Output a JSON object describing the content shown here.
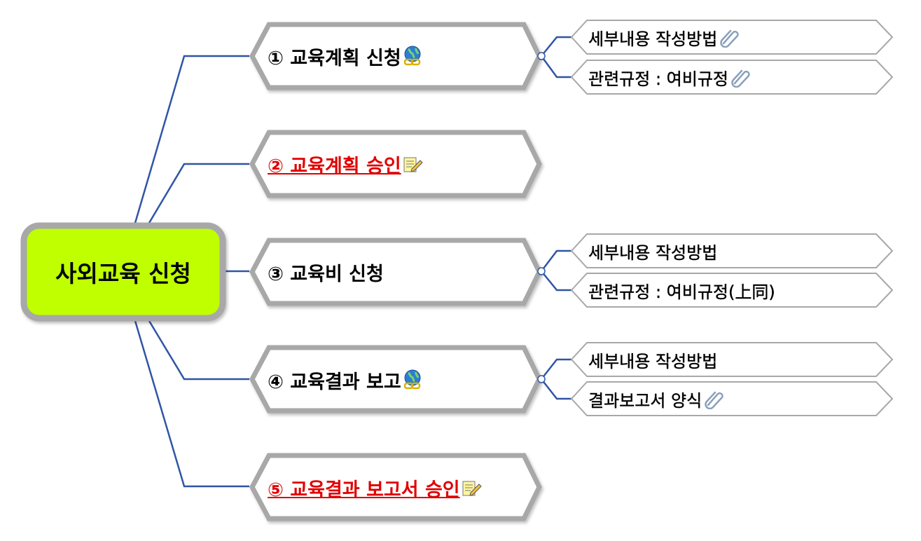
{
  "root": {
    "label": "사외교육 신청",
    "fill": "#bfff00"
  },
  "nodes": [
    {
      "label": "① 교육계획 신청",
      "icon": "globe-link-icon",
      "color": "#000000",
      "children": [
        {
          "label": "세부내용 작성방법",
          "icon": "paperclip-icon"
        },
        {
          "label": "관련규정 : 여비규정",
          "icon": "paperclip-icon"
        }
      ]
    },
    {
      "label": "② 교육계획 승인",
      "icon": "memo-pencil-icon",
      "color": "#e00000",
      "children": []
    },
    {
      "label": "③ 교육비 신청",
      "icon": null,
      "color": "#000000",
      "children": [
        {
          "label": "세부내용 작성방법",
          "icon": null
        },
        {
          "label": "관련규정 : 여비규정(上同)",
          "icon": null
        }
      ]
    },
    {
      "label": "④ 교육결과 보고",
      "icon": "globe-link-icon",
      "color": "#000000",
      "children": [
        {
          "label": "세부내용 작성방법",
          "icon": null
        },
        {
          "label": "결과보고서 양식",
          "icon": "paperclip-icon"
        }
      ]
    },
    {
      "label": "⑤ 교육결과 보고서 승인",
      "icon": "memo-pencil-icon",
      "color": "#e00000",
      "children": []
    }
  ],
  "colors": {
    "connector": "#2f55a4",
    "node_border": "#a8a8a8",
    "link_red": "#e00000"
  }
}
